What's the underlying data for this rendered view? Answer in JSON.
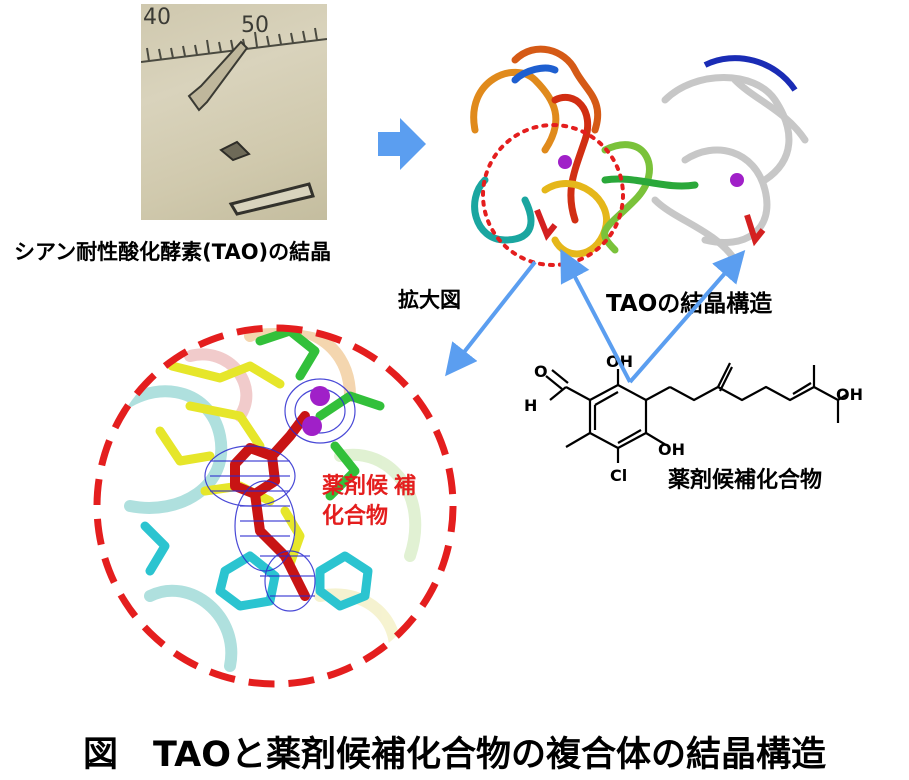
{
  "crystal_photo": {
    "ruler_label_left": "40",
    "ruler_label_right": "50"
  },
  "labels": {
    "crystal": "シアン耐性酸化酵素(TAO)の結晶",
    "zoom": "拡大図",
    "structure": "TAOの結晶構造",
    "compound": "薬剤候補化合物",
    "zoom_compound_line1": "薬剤候",
    "zoom_compound_line2": "補",
    "zoom_compound_line3": "化合物"
  },
  "chemical": {
    "oh_top": "OH",
    "h_aldehyde": "H",
    "oh_side_chain": "OH",
    "oh_ring": "OH",
    "cl": "Cl"
  },
  "caption": "図　TAOと薬剤候補化合物の複合体の結晶構造",
  "colors": {
    "arrow_blue": "#5b9ef0",
    "highlight_red": "#e41e1e",
    "compound_red": "#cc1010"
  }
}
